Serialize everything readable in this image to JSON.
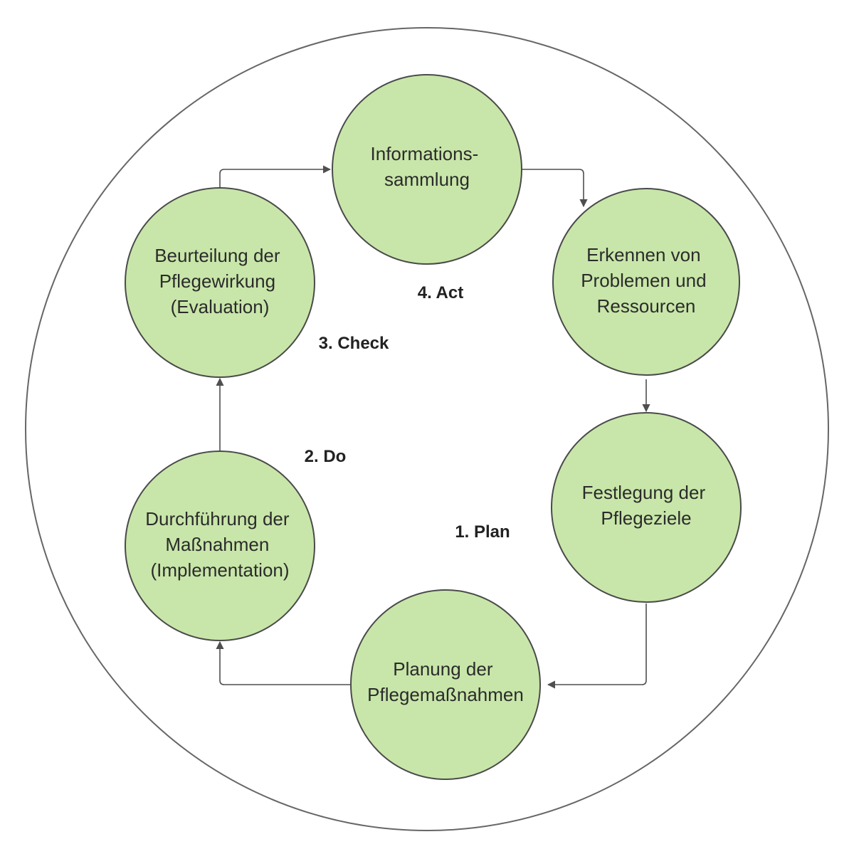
{
  "colors": {
    "node_fill": "#c8e6a9",
    "node_stroke": "#4a4a4a",
    "connector": "#4f4f4f",
    "outer_stroke": "#666666"
  },
  "nodes": [
    {
      "id": "informationssammlung",
      "lines": [
        "Informations-",
        "sammlung"
      ]
    },
    {
      "id": "erkennen",
      "lines": [
        "Erkennen von",
        "Problemen und",
        "Ressourcen"
      ]
    },
    {
      "id": "festlegung",
      "lines": [
        "Festlegung der",
        "Pflegeziele"
      ]
    },
    {
      "id": "planung",
      "lines": [
        "Planung der",
        "Pflegemaßnahmen"
      ]
    },
    {
      "id": "durchfuehrung",
      "lines": [
        "Durchführung der",
        "Maßnahmen",
        "(Implementation)"
      ]
    },
    {
      "id": "beurteilung",
      "lines": [
        "Beurteilung der",
        "Pflegewirkung",
        "(Evaluation)"
      ]
    }
  ],
  "phases": {
    "act": "4. Act",
    "check": "3. Check",
    "do": "2. Do",
    "plan": "1. Plan"
  }
}
